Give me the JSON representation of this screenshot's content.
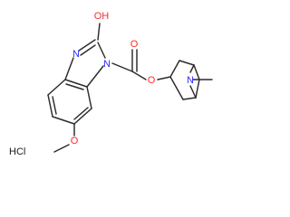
{
  "molecule": {
    "labels": {
      "hydroxyl_o": "OH",
      "imidazole_n_top": "N",
      "imidazole_n_substituted": "N",
      "carbonyl_o": "O",
      "ester_o": "O",
      "methoxy_o": "O",
      "bridge_n": "N",
      "salt": "HCl"
    },
    "colors": {
      "nitrogen": "#2a2aff",
      "oxygen": "#ff2a2a",
      "carbon_bond": "#2b2b2b",
      "salt": "#1a1a1a"
    }
  }
}
